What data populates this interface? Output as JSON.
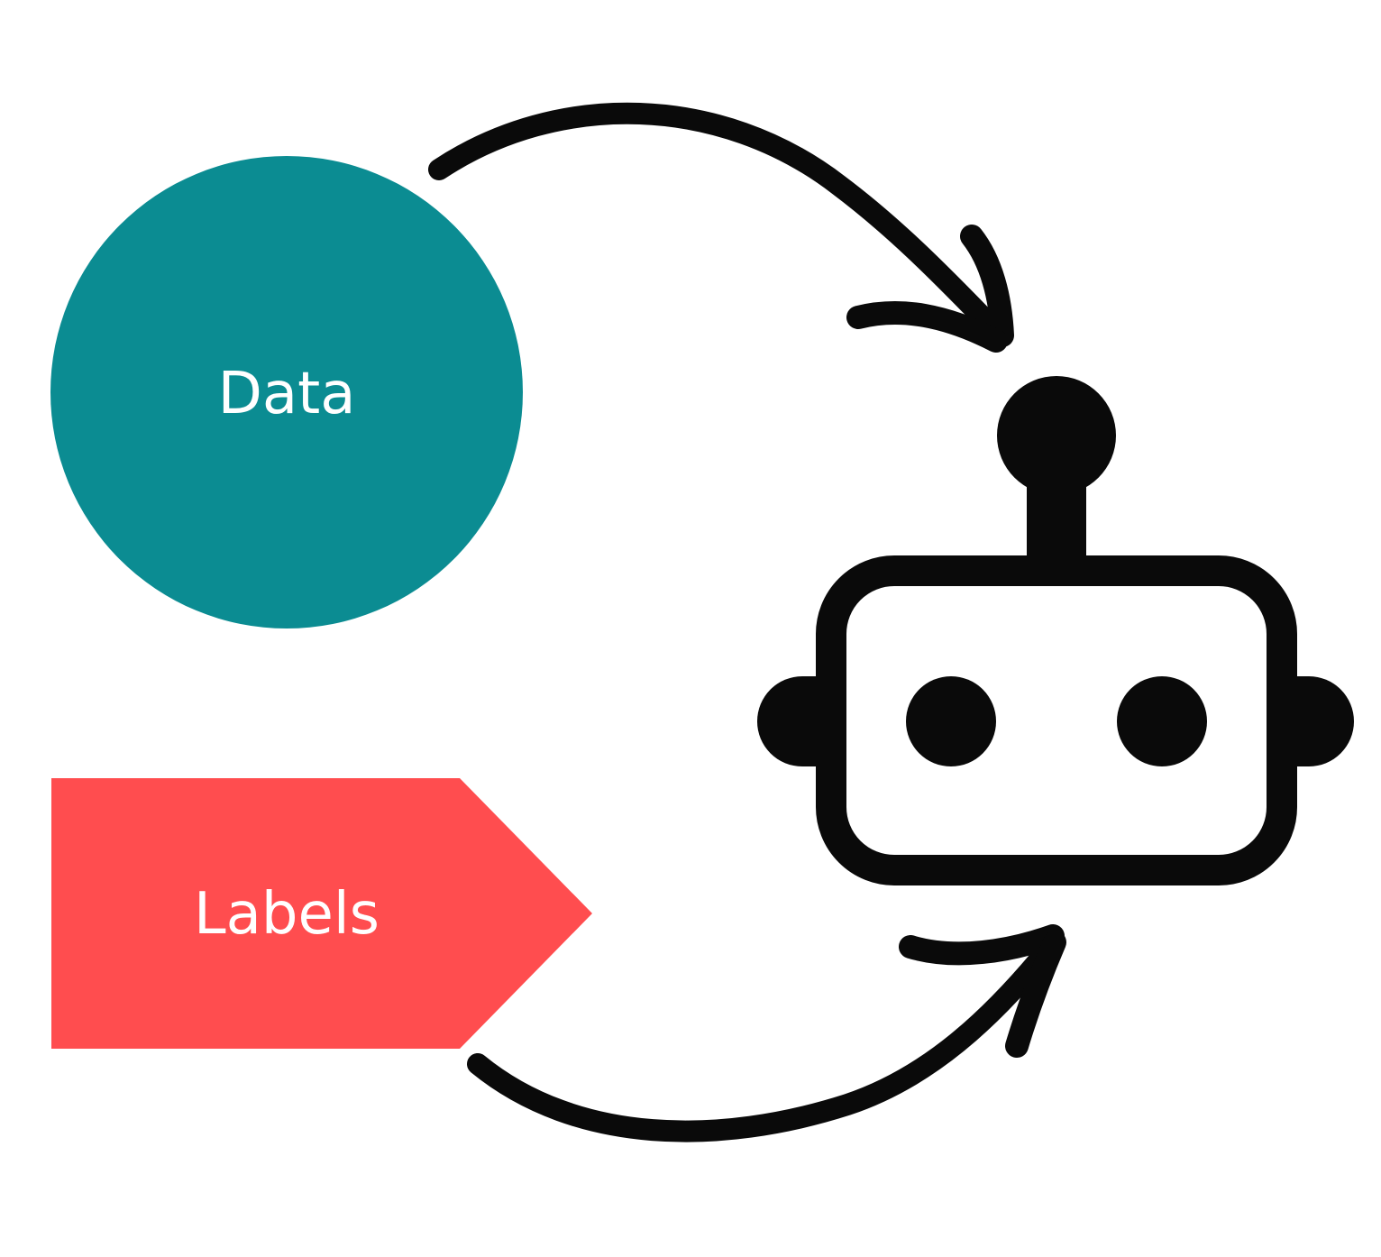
{
  "diagram": {
    "nodes": {
      "data": {
        "label": "Data",
        "color": "#0b8c92"
      },
      "labels": {
        "label": "Labels",
        "color": "#ff4d4f"
      },
      "model": {
        "icon": "robot-icon",
        "color": "#0a0a0a"
      }
    },
    "arrows": [
      {
        "from": "data",
        "to": "model",
        "icon": "curved-arrow-icon"
      },
      {
        "from": "labels",
        "to": "model",
        "icon": "curved-arrow-icon"
      }
    ],
    "arrow_color": "#0a0a0a",
    "background": "#ffffff"
  }
}
